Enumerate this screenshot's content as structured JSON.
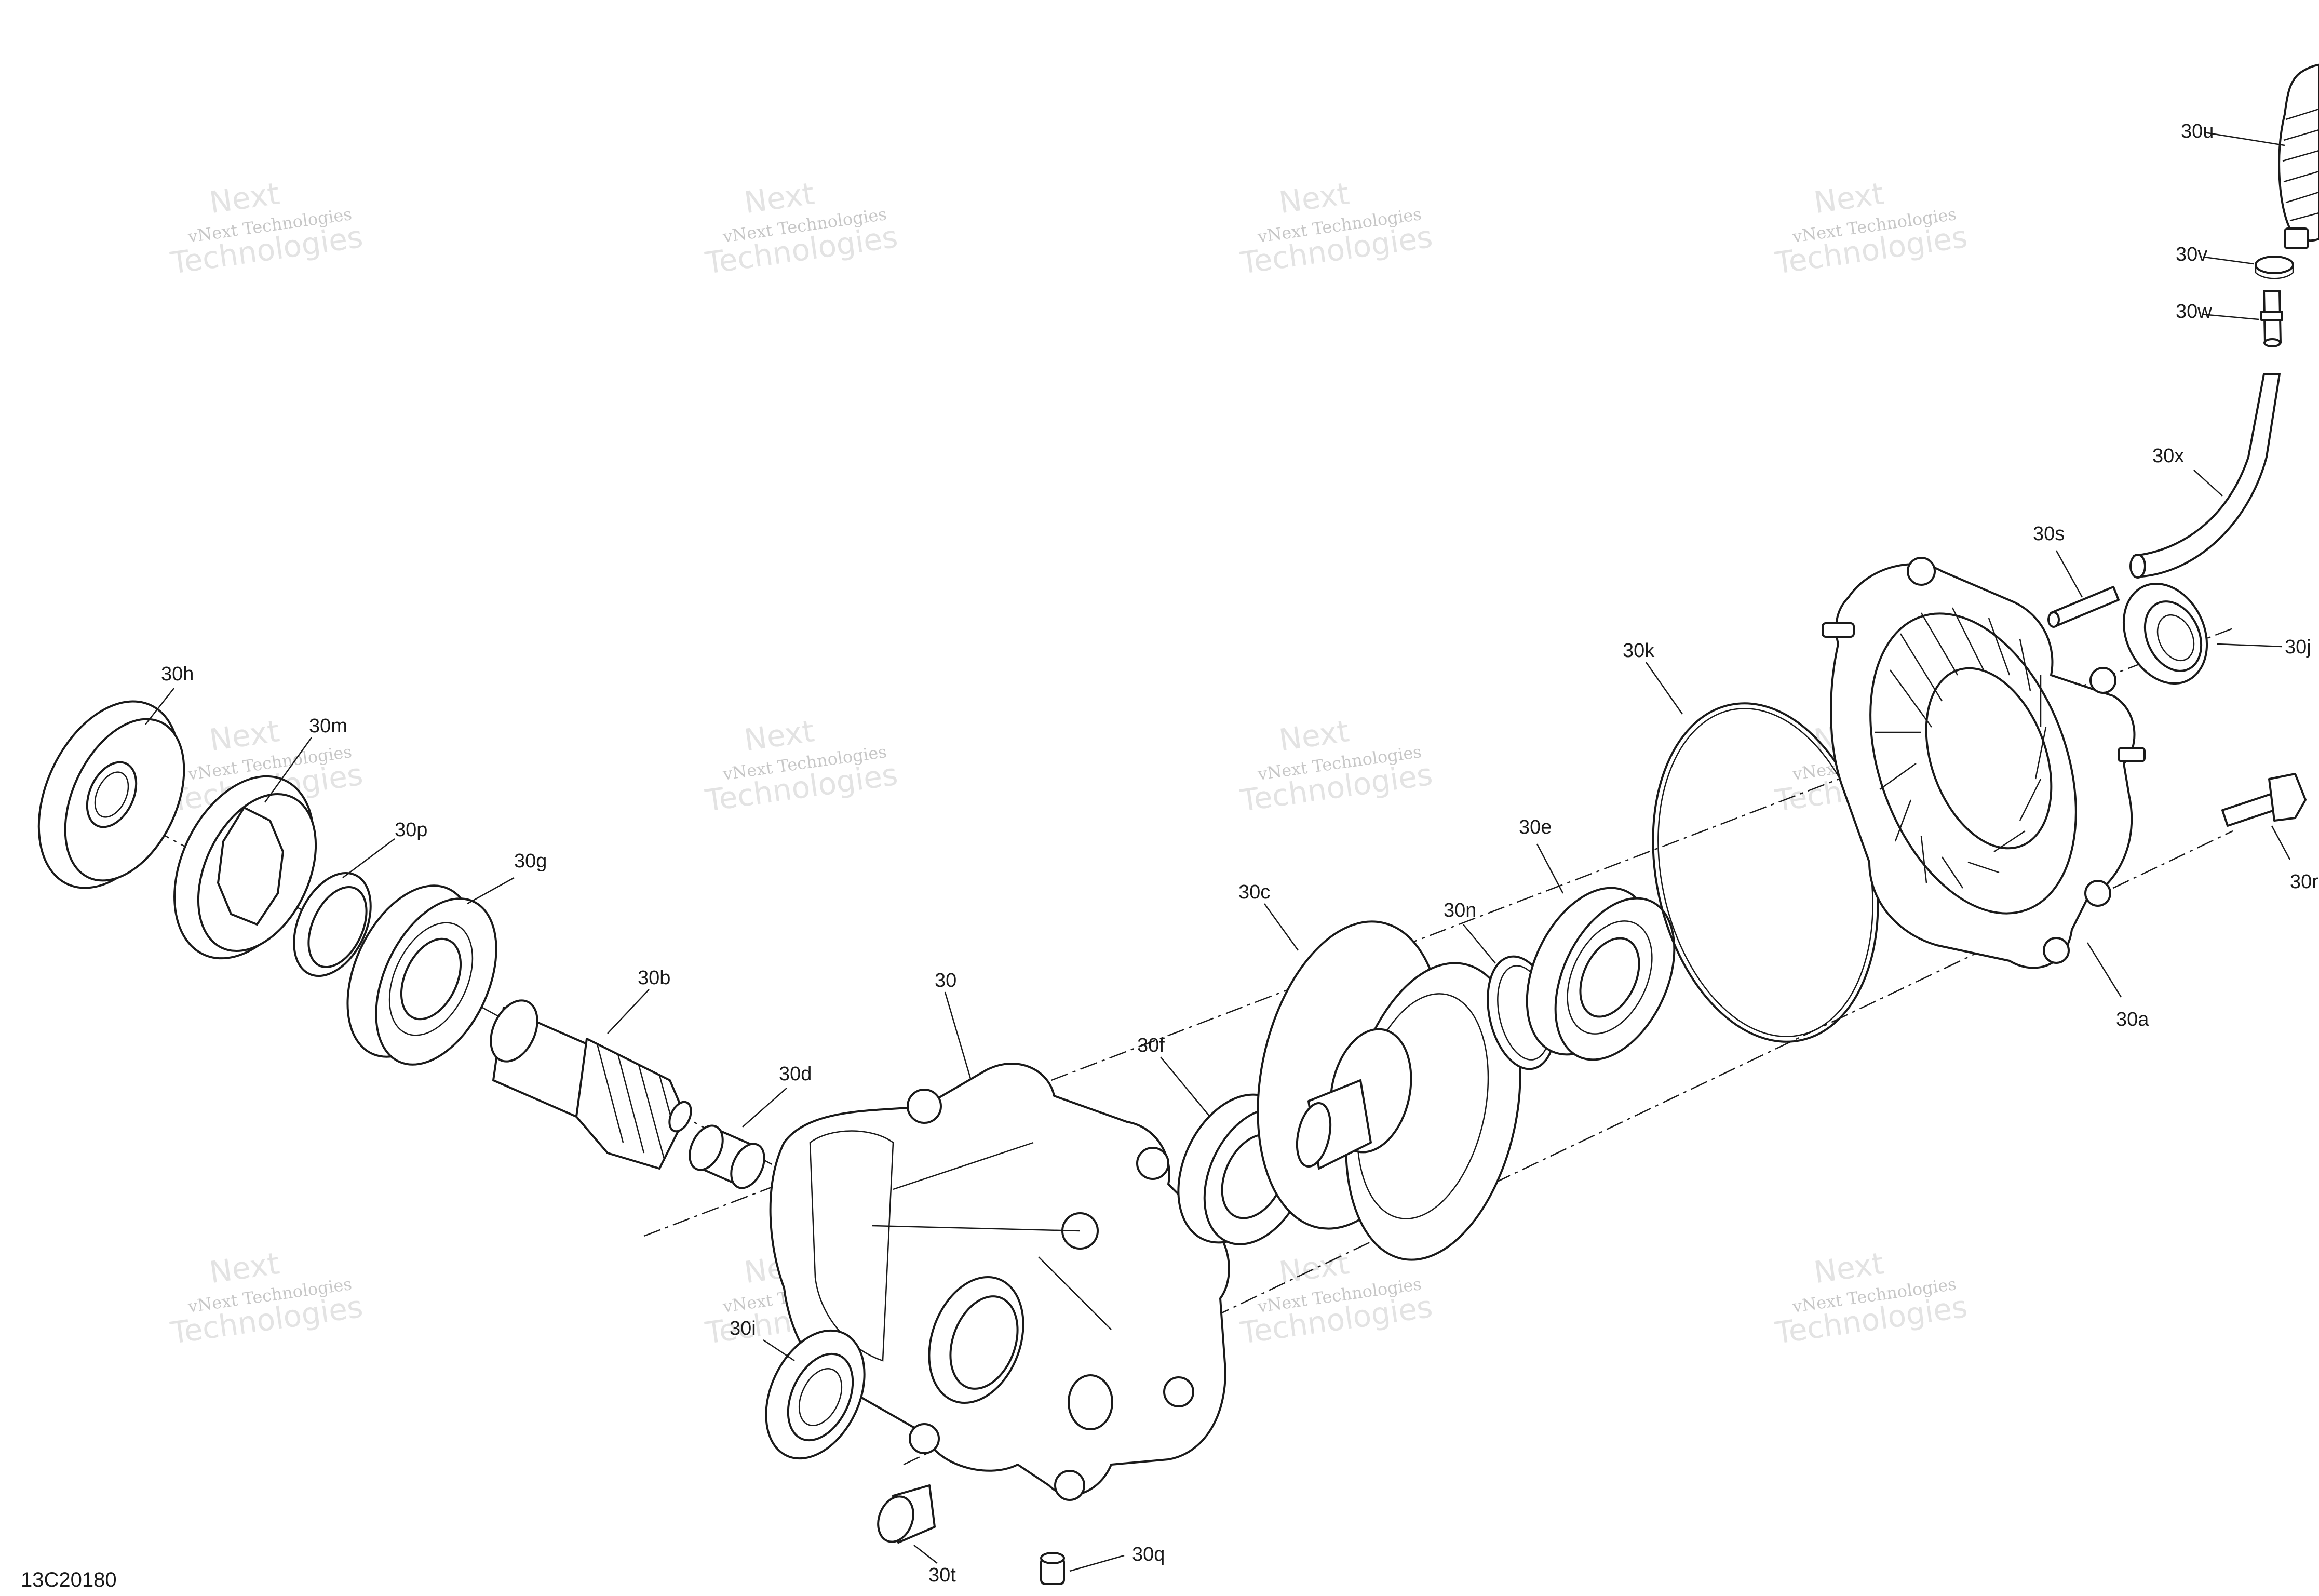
{
  "diagram": {
    "reference_number": "13C20180",
    "watermark": {
      "line1": "vNext Technologies",
      "line2": "Technologies",
      "mark": "Next"
    },
    "callouts": [
      "30h",
      "30m",
      "30p",
      "30g",
      "30b",
      "30d",
      "30",
      "30f",
      "30c",
      "30n",
      "30e",
      "30k",
      "30a",
      "30j",
      "30r",
      "30s",
      "30x",
      "30w",
      "30v",
      "30u",
      "30i",
      "30t",
      "30q"
    ]
  }
}
